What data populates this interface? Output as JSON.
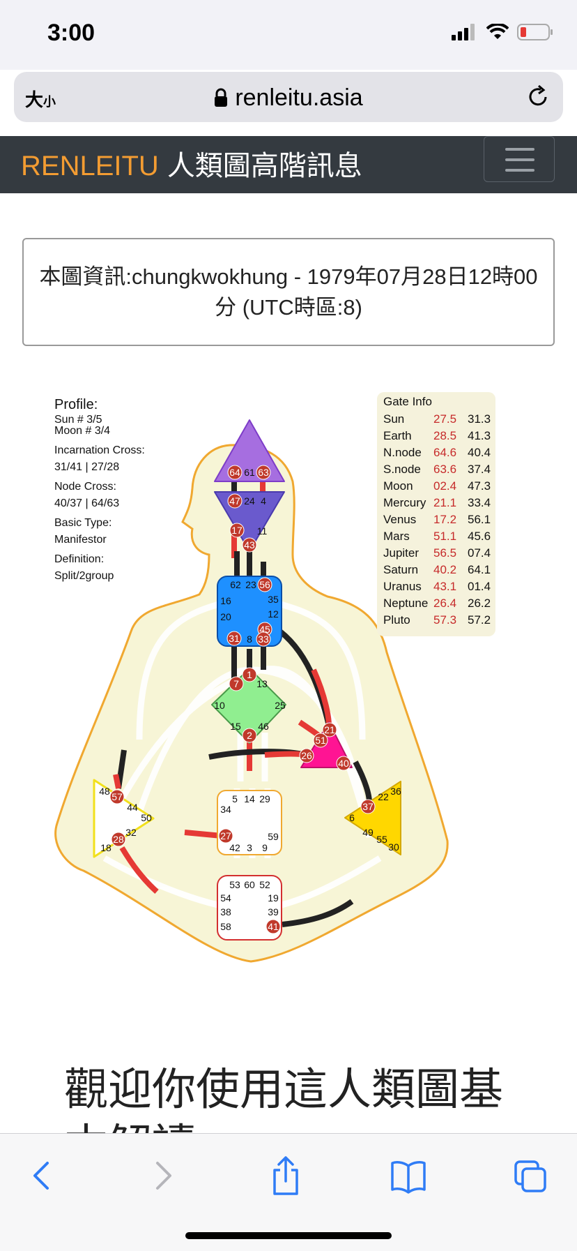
{
  "status": {
    "time": "3:00",
    "icons": [
      "signal-icon",
      "wifi-icon",
      "battery-low-icon"
    ]
  },
  "browser": {
    "text_size_main": "大",
    "text_size_small": "小",
    "url": "renleitu.asia"
  },
  "navbar": {
    "brand_en": "RENLEITU",
    "brand_zh": "人類圖高階訊息"
  },
  "chart_info": "本圖資訊:chungkwokhung - 1979年07月28日12時00分 (UTC時區:8)",
  "profile": {
    "title": "Profile:",
    "sun": "Sun # 3/5",
    "moon": "Moon # 3/4",
    "incarnation_label": "Incarnation Cross:",
    "incarnation_value": "31/41 | 27/28",
    "node_label": "Node Cross:",
    "node_value": "40/37 | 64/63",
    "type_label": "Basic Type:",
    "type_value": "Manifestor",
    "definition_label": "Definition:",
    "definition_value": "Split/2group"
  },
  "gate_info": {
    "title": "Gate Info",
    "rows": [
      {
        "name": "Sun",
        "design": "27.5",
        "personality": "31.3"
      },
      {
        "name": "Earth",
        "design": "28.5",
        "personality": "41.3"
      },
      {
        "name": "N.node",
        "design": "64.6",
        "personality": "40.4"
      },
      {
        "name": "S.node",
        "design": "63.6",
        "personality": "37.4"
      },
      {
        "name": "Moon",
        "design": "02.4",
        "personality": "47.3"
      },
      {
        "name": "Mercury",
        "design": "21.1",
        "personality": "33.4"
      },
      {
        "name": "Venus",
        "design": "17.2",
        "personality": "56.1"
      },
      {
        "name": "Mars",
        "design": "51.1",
        "personality": "45.6"
      },
      {
        "name": "Jupiter",
        "design": "56.5",
        "personality": "07.4"
      },
      {
        "name": "Saturn",
        "design": "40.2",
        "personality": "64.1"
      },
      {
        "name": "Uranus",
        "design": "43.1",
        "personality": "01.4"
      },
      {
        "name": "Neptune",
        "design": "26.4",
        "personality": "26.2"
      },
      {
        "name": "Pluto",
        "design": "57.3",
        "personality": "57.2"
      }
    ]
  },
  "bodygraph": {
    "head": {
      "gates": [
        "64",
        "61",
        "63"
      ],
      "active": [
        "64",
        "63"
      ]
    },
    "ajna": {
      "gates": [
        "47",
        "24",
        "4",
        "17",
        "11",
        "43"
      ],
      "active": [
        "47",
        "17",
        "43"
      ]
    },
    "throat": {
      "gates": [
        "62",
        "23",
        "56",
        "16",
        "35",
        "20",
        "12",
        "45",
        "31",
        "8",
        "33"
      ],
      "active": [
        "56",
        "45",
        "31",
        "33"
      ]
    },
    "g_center": {
      "gates": [
        "1",
        "7",
        "13",
        "10",
        "25",
        "15",
        "46",
        "2"
      ],
      "active": [
        "1",
        "7",
        "2"
      ]
    },
    "heart": {
      "gates": [
        "21",
        "51",
        "26",
        "40"
      ],
      "active": [
        "21",
        "51",
        "26",
        "40"
      ]
    },
    "spleen": {
      "gates": [
        "48",
        "57",
        "44",
        "50",
        "32",
        "28",
        "18"
      ],
      "active": [
        "57",
        "28"
      ]
    },
    "sacral": {
      "gates": [
        "5",
        "14",
        "29",
        "34",
        "27",
        "59",
        "42",
        "3",
        "9"
      ],
      "active": [
        "27"
      ]
    },
    "solar": {
      "gates": [
        "36",
        "22",
        "37",
        "6",
        "49",
        "55",
        "30"
      ],
      "active": [
        "37"
      ]
    },
    "root": {
      "gates": [
        "53",
        "60",
        "52",
        "54",
        "19",
        "38",
        "39",
        "58",
        "41"
      ],
      "active": [
        "41"
      ]
    }
  },
  "colors": {
    "navbar": "#343a40",
    "brand_accent": "#f39c32",
    "red_gate": "#c0392b",
    "head": "#a66ee0",
    "ajna": "#6a5acd",
    "throat": "#1e90ff",
    "g_center": "#90ee90",
    "heart": "#ff1493",
    "spleen": "#ffffff",
    "sacral": "#ffffff",
    "solar": "#ffd700",
    "root": "#ffffff",
    "body": "#f7f5d6",
    "body_outline": "#f0a830"
  },
  "page": {
    "heading": "觀迎你使用這人類圖基本解讀"
  },
  "toolbar": {
    "buttons": [
      "back",
      "forward",
      "share",
      "bookmarks",
      "tabs"
    ]
  }
}
